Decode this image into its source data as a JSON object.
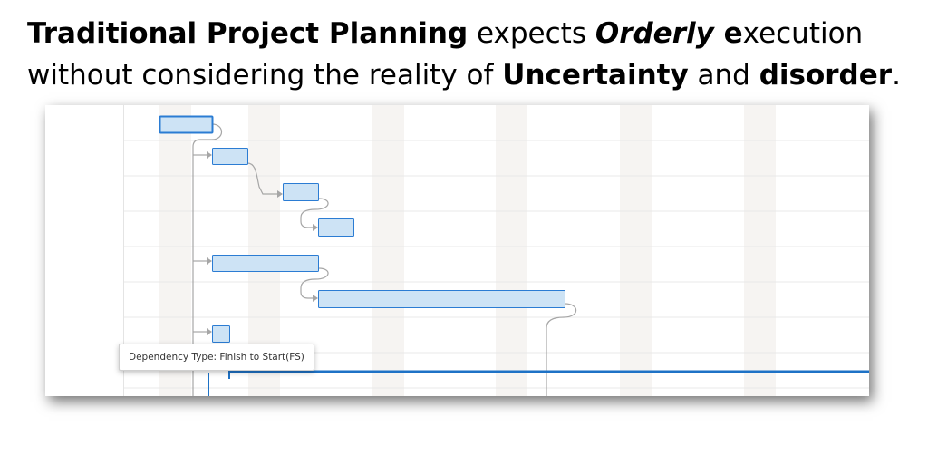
{
  "headline": {
    "p1": "Traditional Project Planning",
    "p2": " expects ",
    "p3": "Orderly",
    "p4": " e",
    "p5": "x",
    "p6": "ecution without considering the reality of ",
    "p7": "Uncertainty",
    "p8": " and ",
    "p9": "disorder",
    "p10": "."
  },
  "gantt": {
    "tooltip": "Dependency Type: Finish to Start(FS)",
    "colors": {
      "bar_fill": "#cde3f5",
      "bar_stroke": "#2b7cd3",
      "connector": "#a6a6a6",
      "accent": "#1e72c6",
      "weekend_stripe": "#f6f4f2",
      "row_line": "#e8e8e8"
    },
    "tasks": [
      {
        "id": "task-1",
        "selected": true
      },
      {
        "id": "task-2"
      },
      {
        "id": "task-3"
      },
      {
        "id": "task-4"
      },
      {
        "id": "task-5"
      },
      {
        "id": "task-6"
      },
      {
        "id": "task-7"
      }
    ],
    "dependencies": [
      {
        "from": "task-1",
        "to": "task-2",
        "type": "FS"
      },
      {
        "from": "task-2",
        "to": "task-3",
        "type": "FS"
      },
      {
        "from": "task-3",
        "to": "task-4",
        "type": "FS"
      },
      {
        "from": "task-1",
        "to": "task-5",
        "type": "FS"
      },
      {
        "from": "task-5",
        "to": "task-6",
        "type": "FS"
      },
      {
        "from": "task-1",
        "to": "task-7",
        "type": "FS"
      }
    ]
  }
}
